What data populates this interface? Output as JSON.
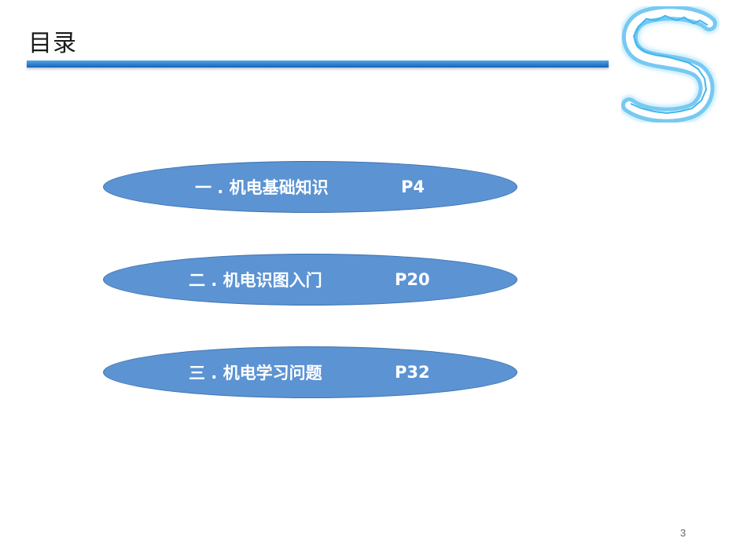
{
  "slide": {
    "title": "目录",
    "page_number": "3"
  },
  "logo": {
    "icon": "lightning-s-logo-icon",
    "letter": "S",
    "color": "#5cc8f5"
  },
  "toc": {
    "fill_color": "#5b93d3",
    "items": [
      {
        "label": "一 . 机电基础知识",
        "page": "P4"
      },
      {
        "label": "二 . 机电识图入门",
        "page": "P20"
      },
      {
        "label": "三 . 机电学习问题",
        "page": "P32"
      }
    ]
  }
}
